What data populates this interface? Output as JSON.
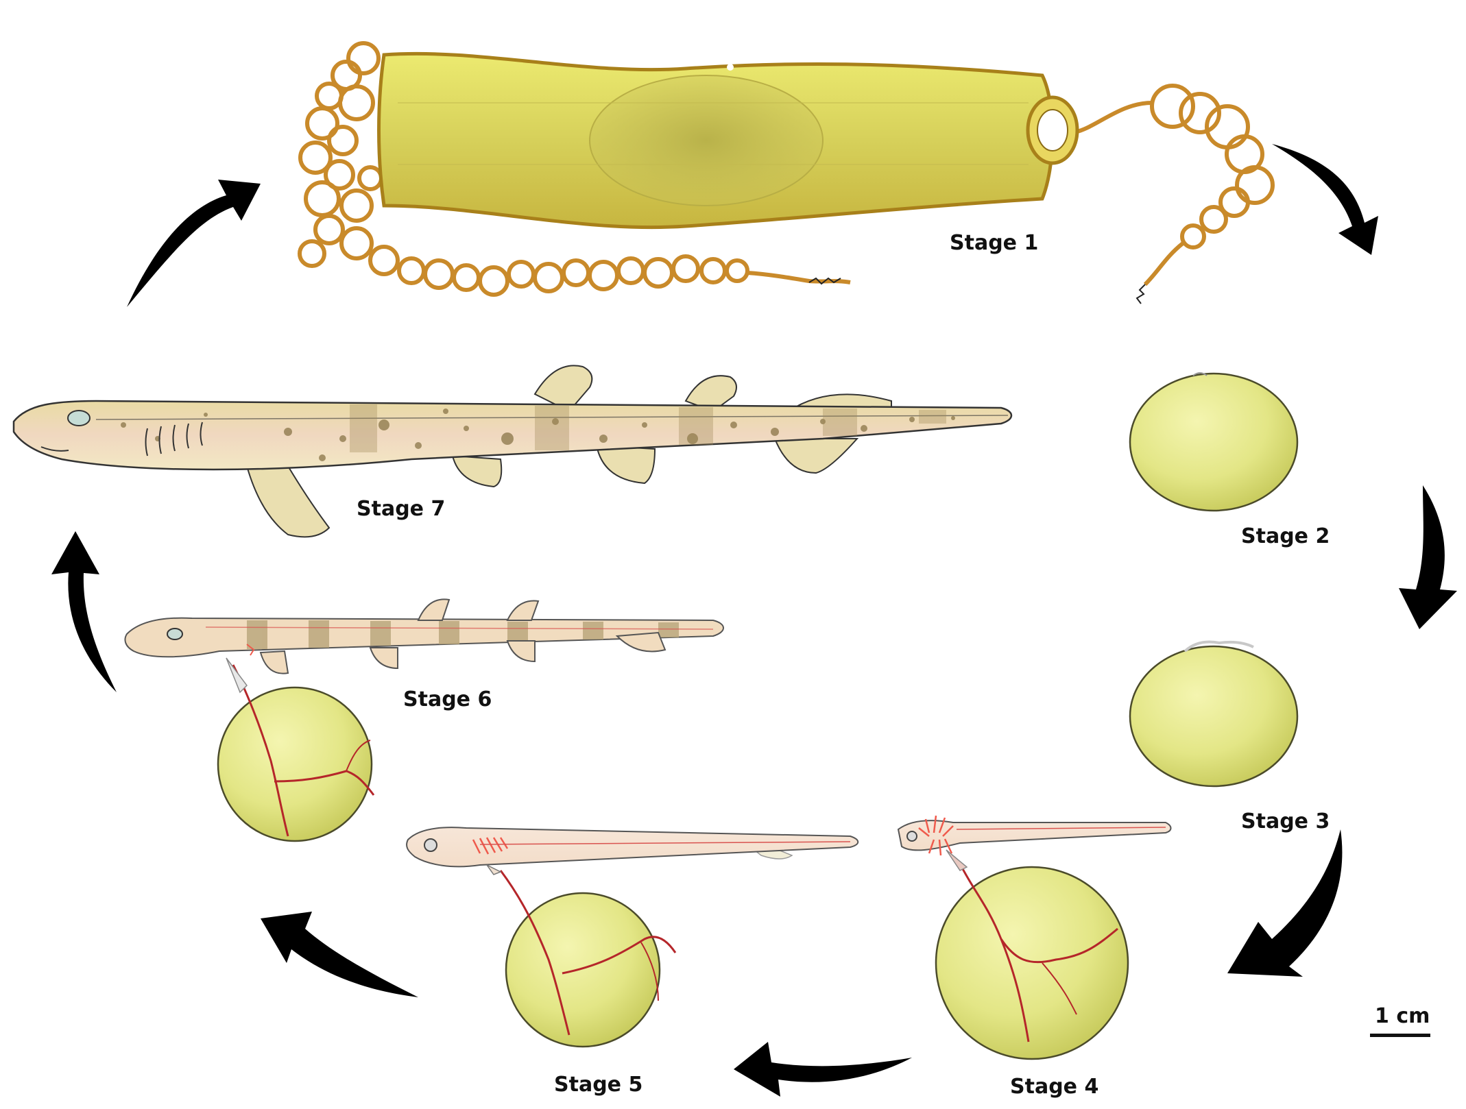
{
  "stages": [
    {
      "id": "stage-1",
      "label": "Stage 1"
    },
    {
      "id": "stage-2",
      "label": "Stage 2"
    },
    {
      "id": "stage-3",
      "label": "Stage 3"
    },
    {
      "id": "stage-4",
      "label": "Stage 4"
    },
    {
      "id": "stage-5",
      "label": "Stage 5"
    },
    {
      "id": "stage-6",
      "label": "Stage 6"
    },
    {
      "id": "stage-7",
      "label": "Stage 7"
    }
  ],
  "scale_bar": {
    "label": "1 cm"
  },
  "colors": {
    "egg_case": "#d8d050",
    "egg_case_edge": "#a8801a",
    "tendril": "#c98a2a",
    "yolk": "#e8ea90",
    "yolk_shade": "#c9cc5a",
    "embryo": "#f4e2cc",
    "blood_vessel": "#b5262a",
    "gill_filaments": "#ef5a4c",
    "shark_body": "#ead9a6",
    "shark_spot": "#8a7548",
    "arrow": "#000000"
  }
}
